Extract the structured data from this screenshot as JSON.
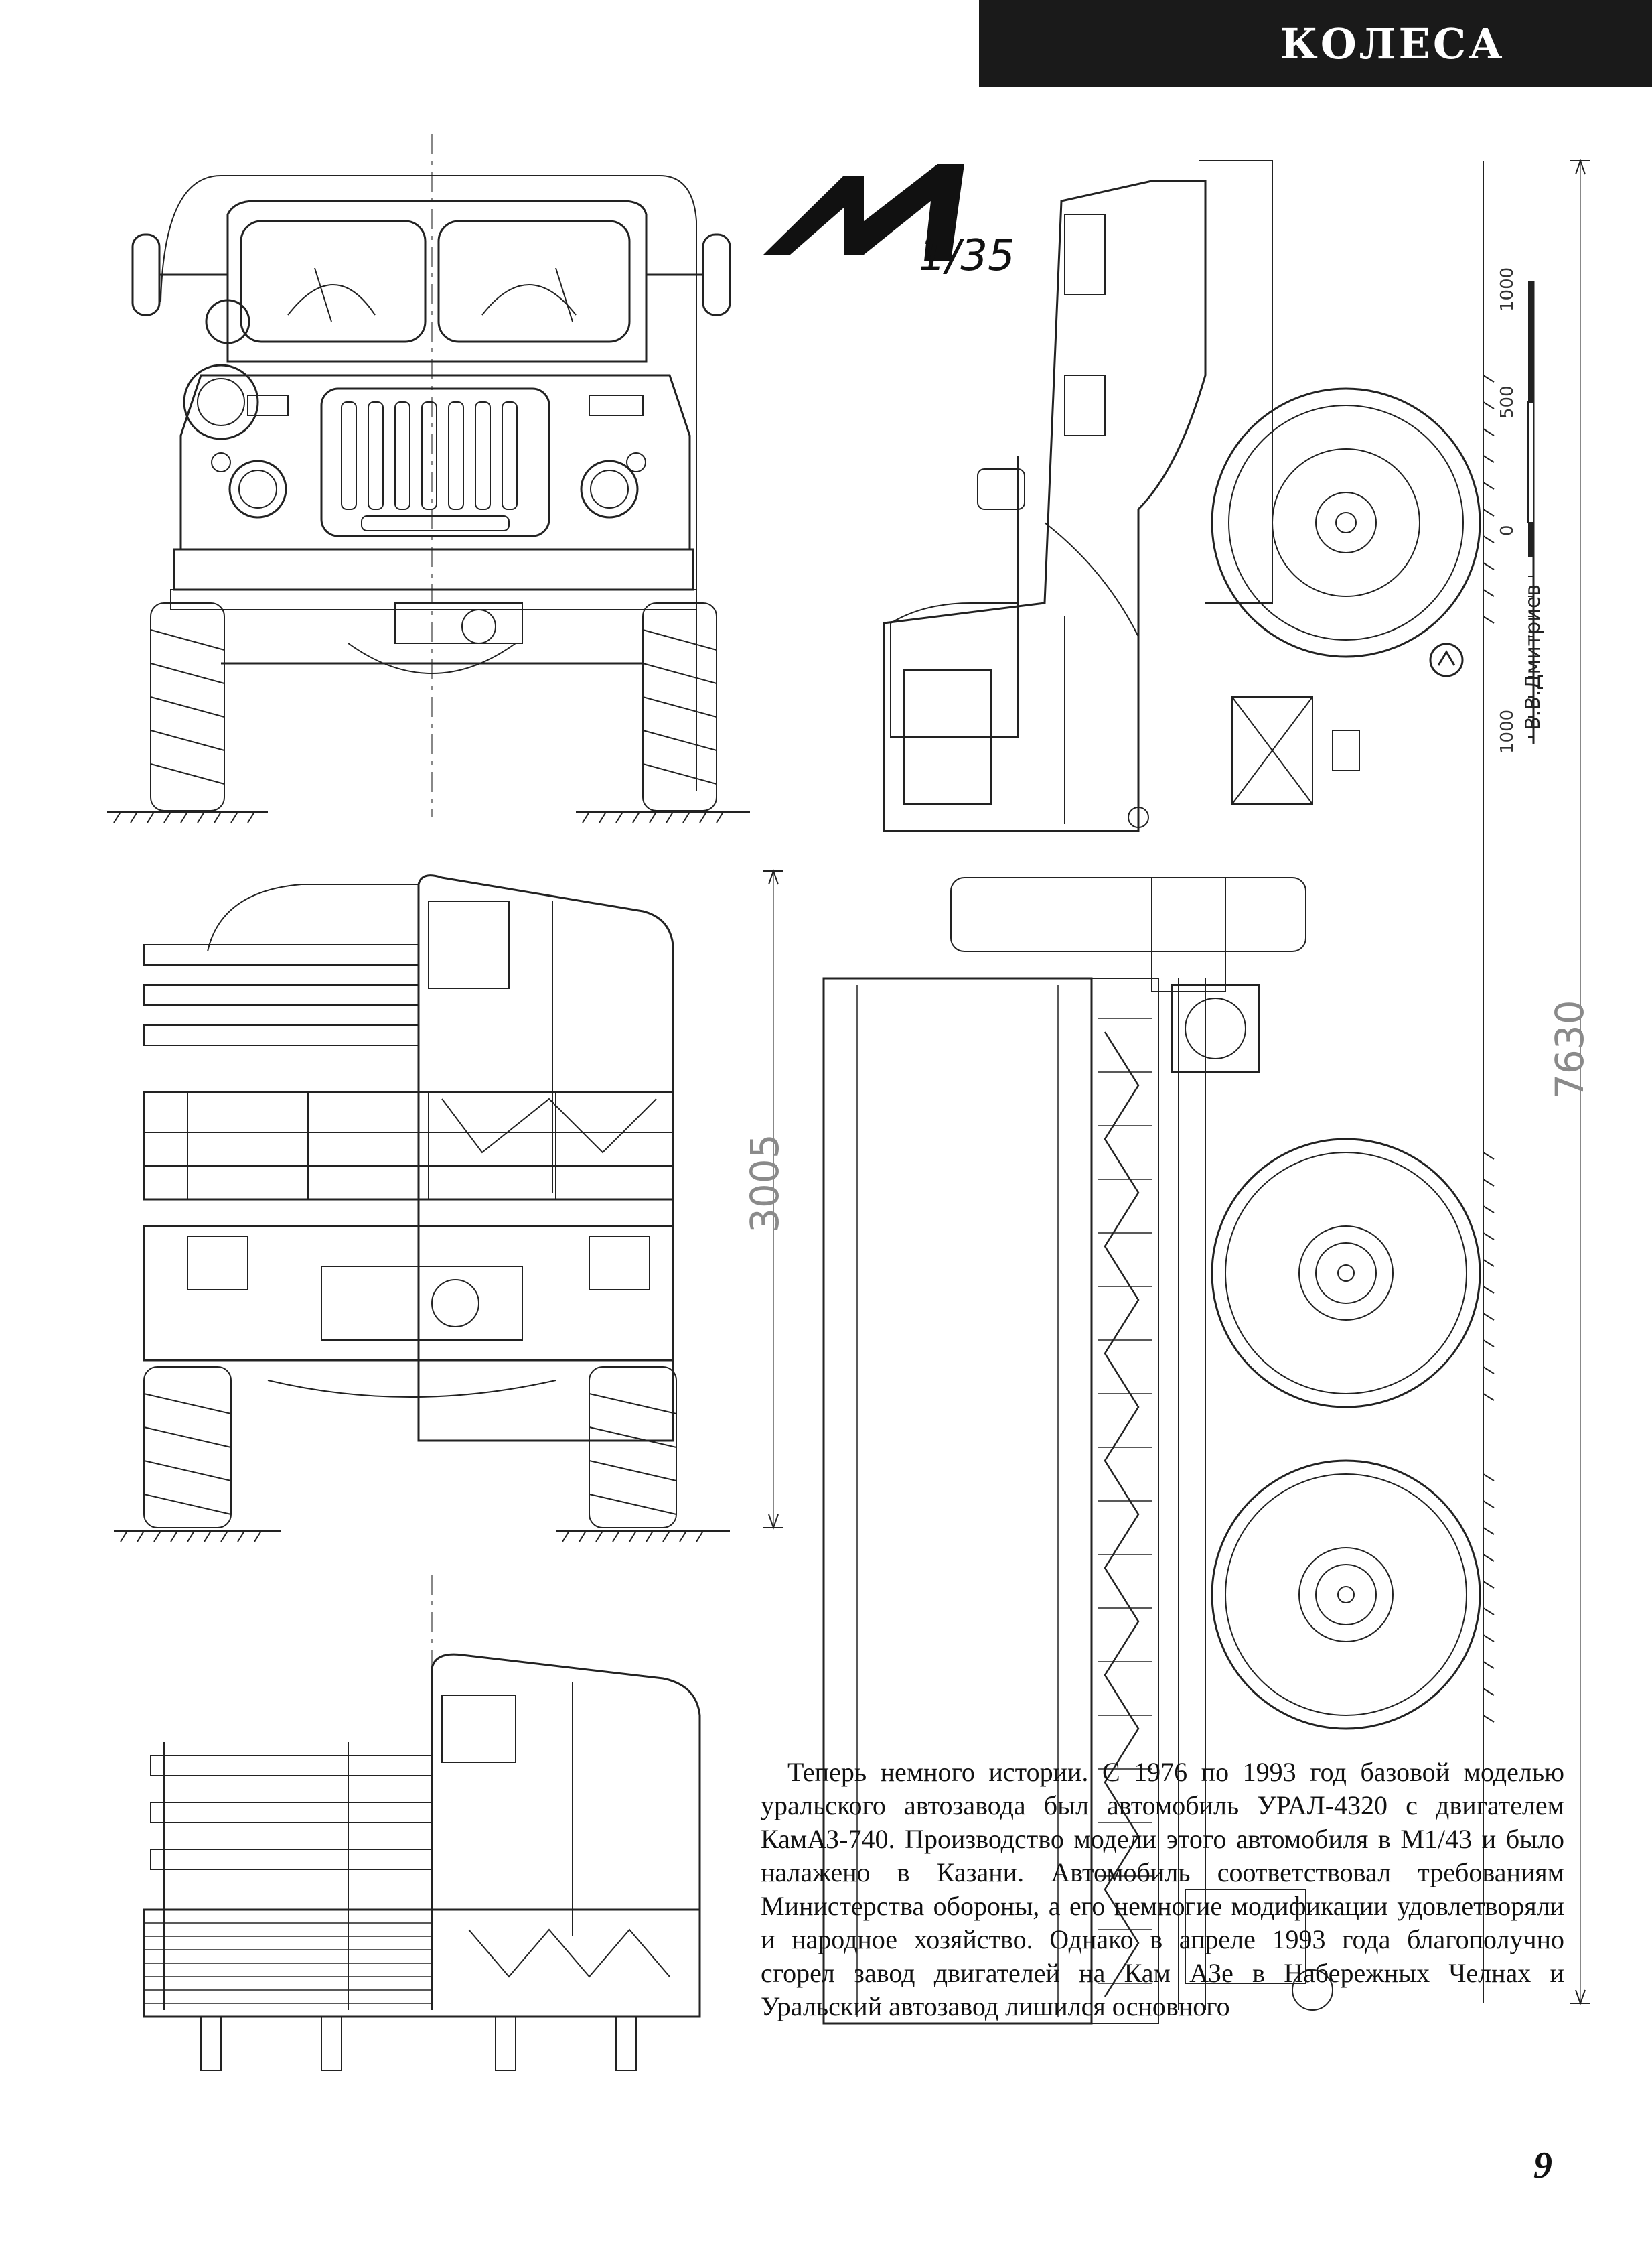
{
  "header": {
    "title": "КОЛЕСА"
  },
  "logo": {
    "scale": "1/35"
  },
  "dimensions": {
    "overall_length": "7630",
    "height": "3005"
  },
  "scale_bar": {
    "ticks": [
      "1000",
      "500",
      "0",
      "1000"
    ]
  },
  "author": "В.В.Дмитриев",
  "article": {
    "paragraph": "Теперь немного истории. С 1976 по 1993 год базовой моделью уральского автозавода был автомобиль УРАЛ-4320 с двигателем КамАЗ-740. Производство модели этого автомобиля в М1/43 и было налажено в Казани. Автомобиль соответствовал требованиям Министерства обороны, а его немногие модификации удовлетворяли и народное хозяйство. Однако в апреле 1993 года благополучно сгорел завод двигателей на Кам АЗе в Набережных Челнах и Уральский автозавод лишился основного"
  },
  "page_number": "9"
}
